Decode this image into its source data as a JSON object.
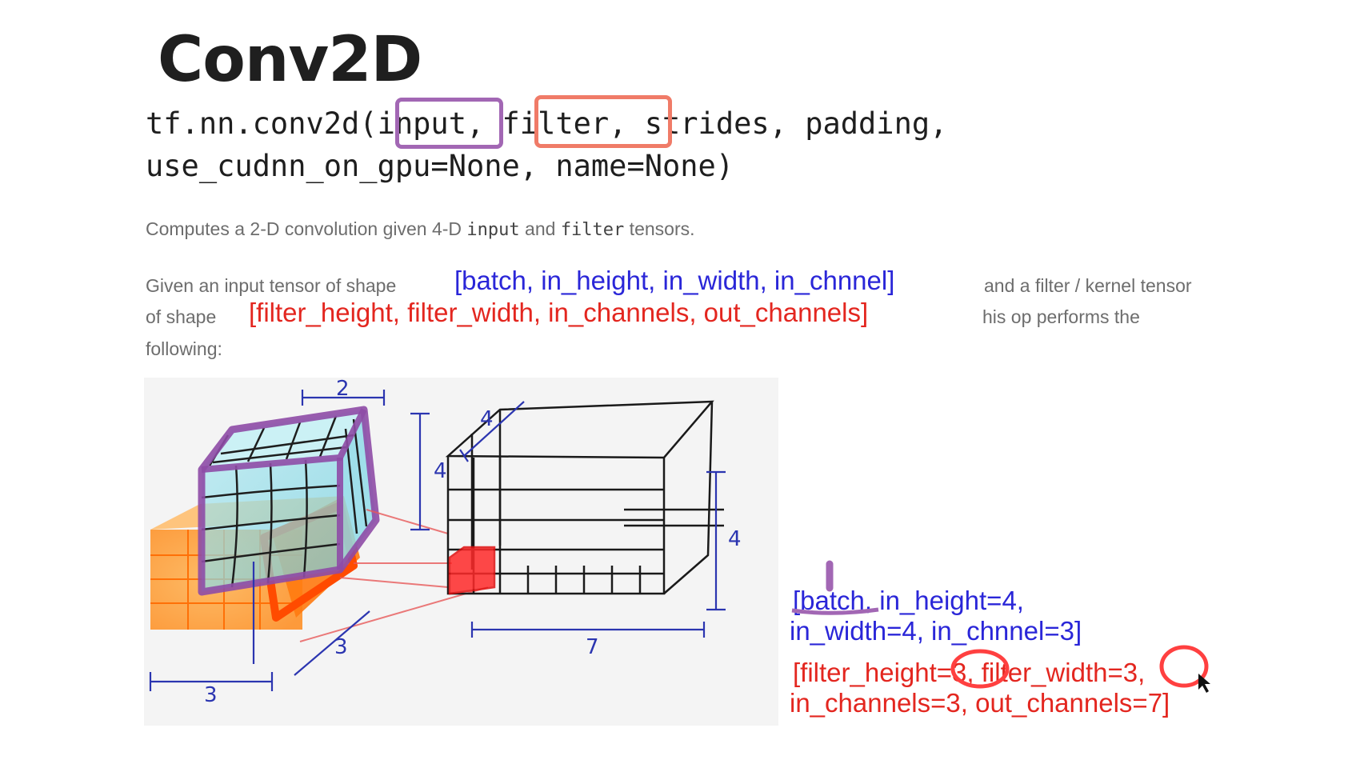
{
  "slide": {
    "title": "Conv2D",
    "signature_line1": "tf.nn.conv2d(input, filter, strides, padding,",
    "signature_line2": "use_cudnn_on_gpu=None, name=None)",
    "description": {
      "pre": "Computes a 2-D convolution given 4-D ",
      "code1": "input",
      "mid": " and ",
      "code2": "filter",
      "post": " tensors."
    },
    "paragraph": {
      "line1_start": "Given an input tensor of shape",
      "line1_end": "and a filter / kernel tensor",
      "line2_start": "of shape",
      "line2_end": "his op performs the",
      "line3": "following:"
    }
  },
  "annotations": {
    "input_shape": "[batch, in_height, in_width, in_chnnel]",
    "filter_shape": "[filter_height, filter_width, in_channels, out_channels]",
    "note_input_line1": "[batch, in_height=4,",
    "note_input_line2": "in_width=4, in_chnnel=3]",
    "note_filter_line1": "[filter_height=3, filter_width=3,",
    "note_filter_line2": "in_channels=3, out_channels=7]"
  },
  "sketch": {
    "dim_top": "2",
    "dim_height": "4",
    "dim_depth": "4",
    "dim_right": "4",
    "dim_filter_depth": "3",
    "dim_filter_width": "3",
    "dim_output_width": "7"
  },
  "colors": {
    "input_highlight": "#a267b4",
    "filter_highlight": "#f07b68",
    "blue_ink": "#2a26d8",
    "red_ink": "#e3261f",
    "input_fill": "#7fd6e6",
    "filter_fill": "#ff8a1a"
  }
}
